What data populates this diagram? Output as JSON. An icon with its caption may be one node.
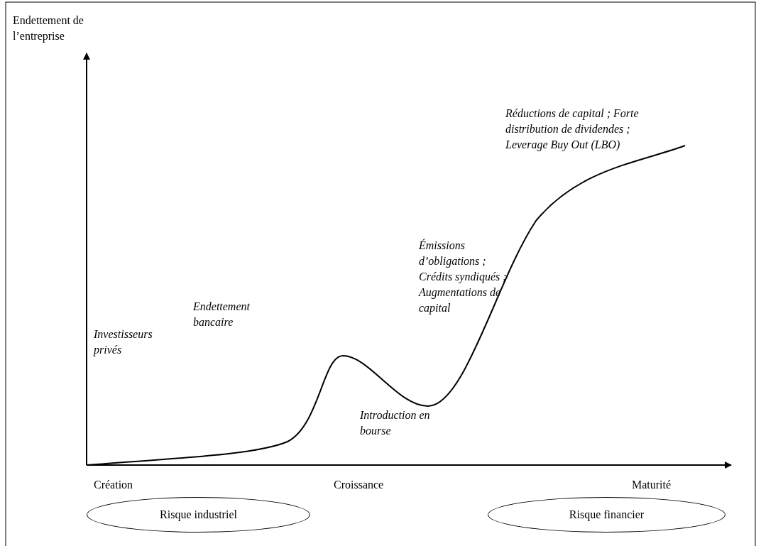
{
  "diagram": {
    "nodes": [
      {
        "text": [
          "Risque industriel"
        ]
      },
      {
        "text": [
          "Risque financier"
        ]
      }
    ],
    "labels": [
      "Endettement de l’entreprise",
      "Réductions de capital ; Forte distribution de dividendes ; Leverage Buy Out (LBO)",
      "Émissions d’obligations ; Crédits syndiqués ; Augmentations de capital",
      "Endettement bancaire",
      "Investisseurs privés",
      "Introduction en bourse",
      "Création",
      "Croissance",
      "Maturité"
    ]
  }
}
